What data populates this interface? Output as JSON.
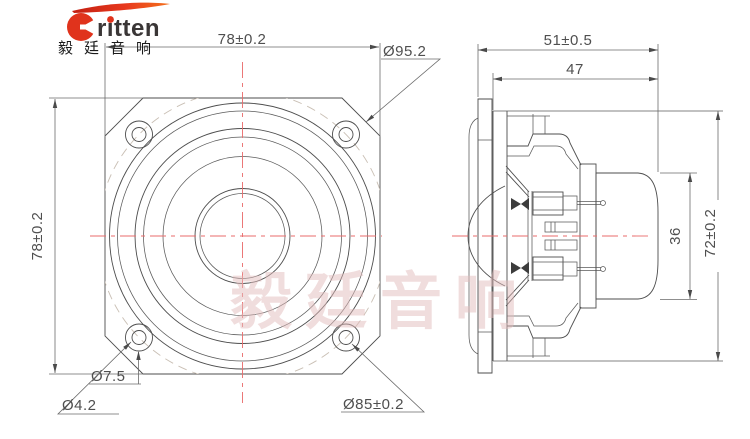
{
  "logo": {
    "brand": "ritten",
    "chinese": "毅廷音响",
    "swoosh_icon": "red-swoosh",
    "emblem_icon": "red-crescent-e",
    "colors": {
      "red": "#d92c12",
      "orange": "#f4711c",
      "text": "#3a3636"
    }
  },
  "watermark": {
    "text": "毅廷音响",
    "color": "#e3bcbc"
  },
  "front_view": {
    "name": "speaker front view",
    "dims": {
      "width_top": "78±0.2",
      "height_left": "78±0.2",
      "corner_circle_diameter": "Ø95.2",
      "mounting_boss_diameter": "Ø7.5",
      "mounting_hole_diameter": "Ø4.2",
      "bolt_circle_diameter": "Ø85±0.2"
    }
  },
  "side_view": {
    "name": "speaker section side view",
    "dims": {
      "depth_overall": "51±0.5",
      "depth_body": "47",
      "height_overall": "72±0.2",
      "magnet_height": "36"
    }
  },
  "colors": {
    "line": "#4d4d4d",
    "dimension": "#4a4a4a",
    "centerline_red": "#e96b6b",
    "bolt_circle_dash": "#c9bfb4"
  }
}
